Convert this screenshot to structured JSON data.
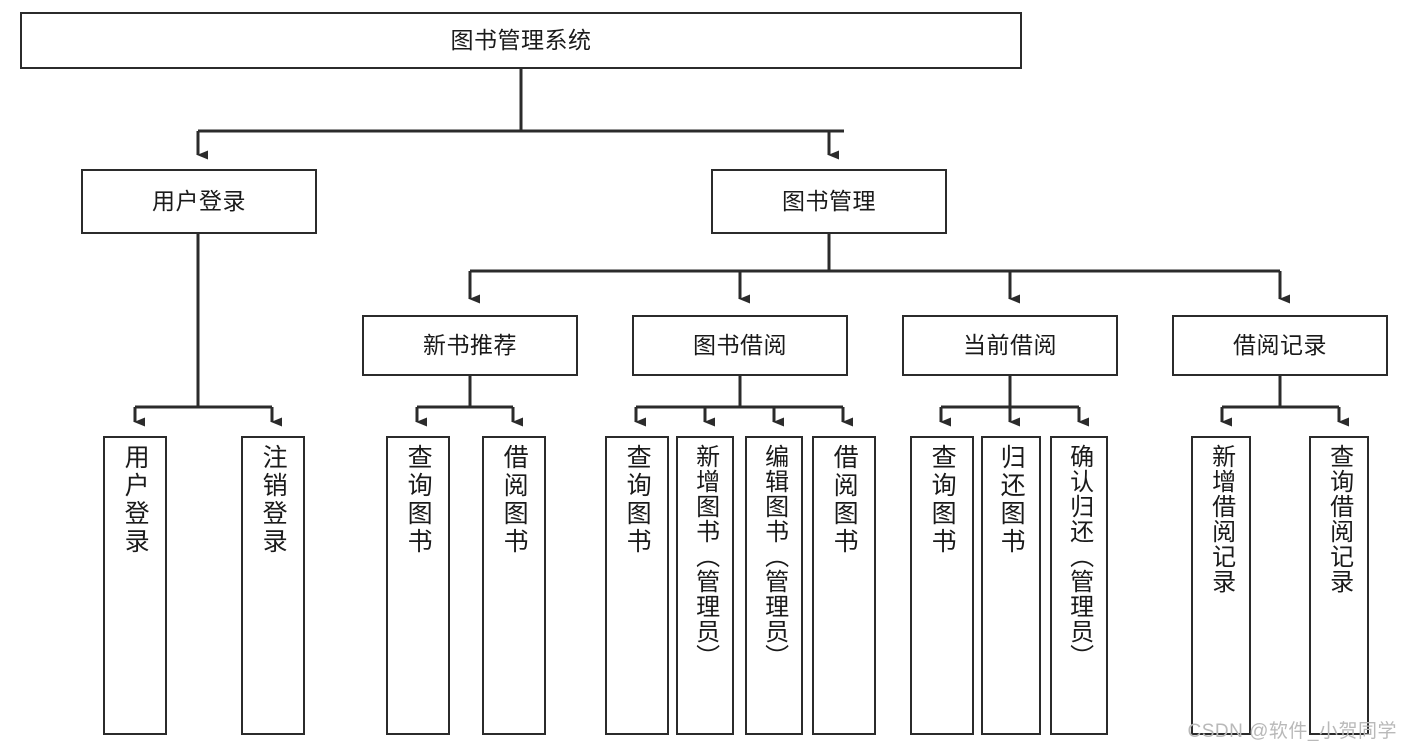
{
  "diagram": {
    "type": "tree",
    "title": "图书管理系统",
    "orientation": "top-down",
    "colors": {
      "box_border": "#2b2b2b",
      "box_fill": "#ffffff",
      "edge": "#2b2b2b",
      "text": "#1a1a1a",
      "watermark": "#b9b9b9",
      "background": "#ffffff"
    },
    "nodes": {
      "root": {
        "label": "图书管理系统"
      },
      "level2": [
        {
          "id": "user-login",
          "label": "用户登录"
        },
        {
          "id": "book-management",
          "label": "图书管理"
        }
      ],
      "level3": [
        {
          "id": "new-book-recommend",
          "label": "新书推荐"
        },
        {
          "id": "book-borrow",
          "label": "图书借阅"
        },
        {
          "id": "current-borrow",
          "label": "当前借阅"
        },
        {
          "id": "borrow-record",
          "label": "借阅记录"
        }
      ],
      "leaves": {
        "user_login": [
          {
            "id": "leaf-user-login",
            "label": "用户登录"
          },
          {
            "id": "leaf-user-logout",
            "label": "注销登录"
          }
        ],
        "new_book_recommend": [
          {
            "id": "leaf-query-book-1",
            "label": "查询图书"
          },
          {
            "id": "leaf-borrow-book-1",
            "label": "借阅图书"
          }
        ],
        "book_borrow": [
          {
            "id": "leaf-query-book-2",
            "label": "查询图书"
          },
          {
            "id": "leaf-add-book",
            "label": "新增图书（管理员）"
          },
          {
            "id": "leaf-edit-book",
            "label": "编辑图书（管理员）"
          },
          {
            "id": "leaf-borrow-book-2",
            "label": "借阅图书"
          }
        ],
        "current_borrow": [
          {
            "id": "leaf-query-book-3",
            "label": "查询图书"
          },
          {
            "id": "leaf-return-book",
            "label": "归还图书"
          },
          {
            "id": "leaf-confirm-return",
            "label": "确认归还（管理员）"
          }
        ],
        "borrow_record": [
          {
            "id": "leaf-add-record",
            "label": "新增借阅记录"
          },
          {
            "id": "leaf-query-record",
            "label": "查询借阅记录"
          }
        ]
      }
    }
  },
  "watermark": {
    "text": "CSDN @软件_小贺同学"
  }
}
